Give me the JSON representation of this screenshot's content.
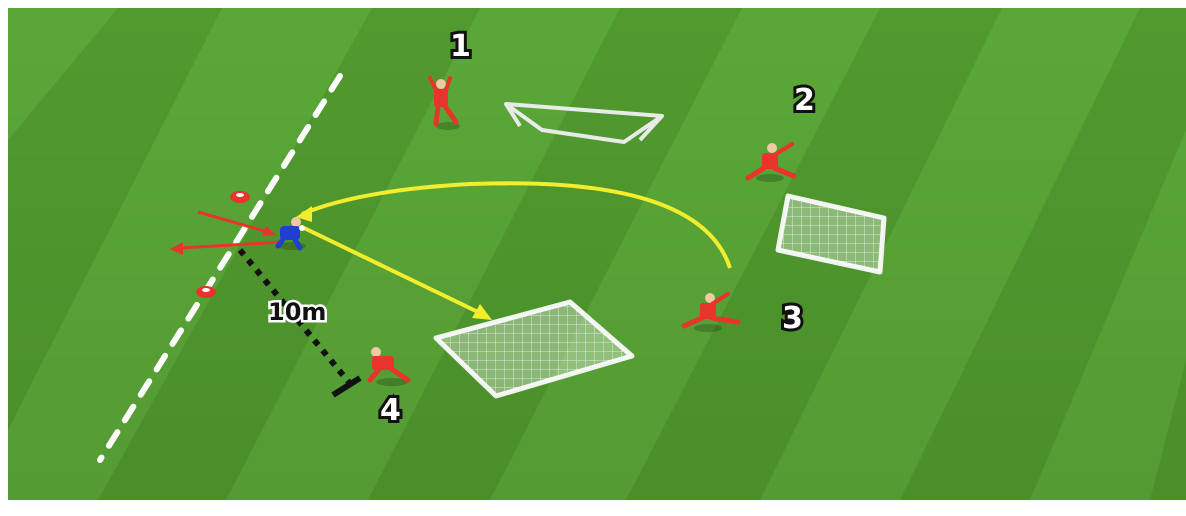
{
  "labels": {
    "player_1": "1",
    "player_2": "2",
    "player_3": "3",
    "player_4": "4",
    "distance": "10m"
  },
  "colors": {
    "pitch_dark": "#4f9a2c",
    "pitch_light": "#5cab36",
    "attacker": "#e8342b",
    "keeper": "#1f3fd1",
    "ball_path": "#f2ee2e",
    "marker_line": "#ffffff",
    "distance_marker": "#111111",
    "arrow_red": "#e8342b"
  },
  "icons": {
    "goal": "goal-icon",
    "player": "player-figure",
    "cone": "cone-icon"
  }
}
